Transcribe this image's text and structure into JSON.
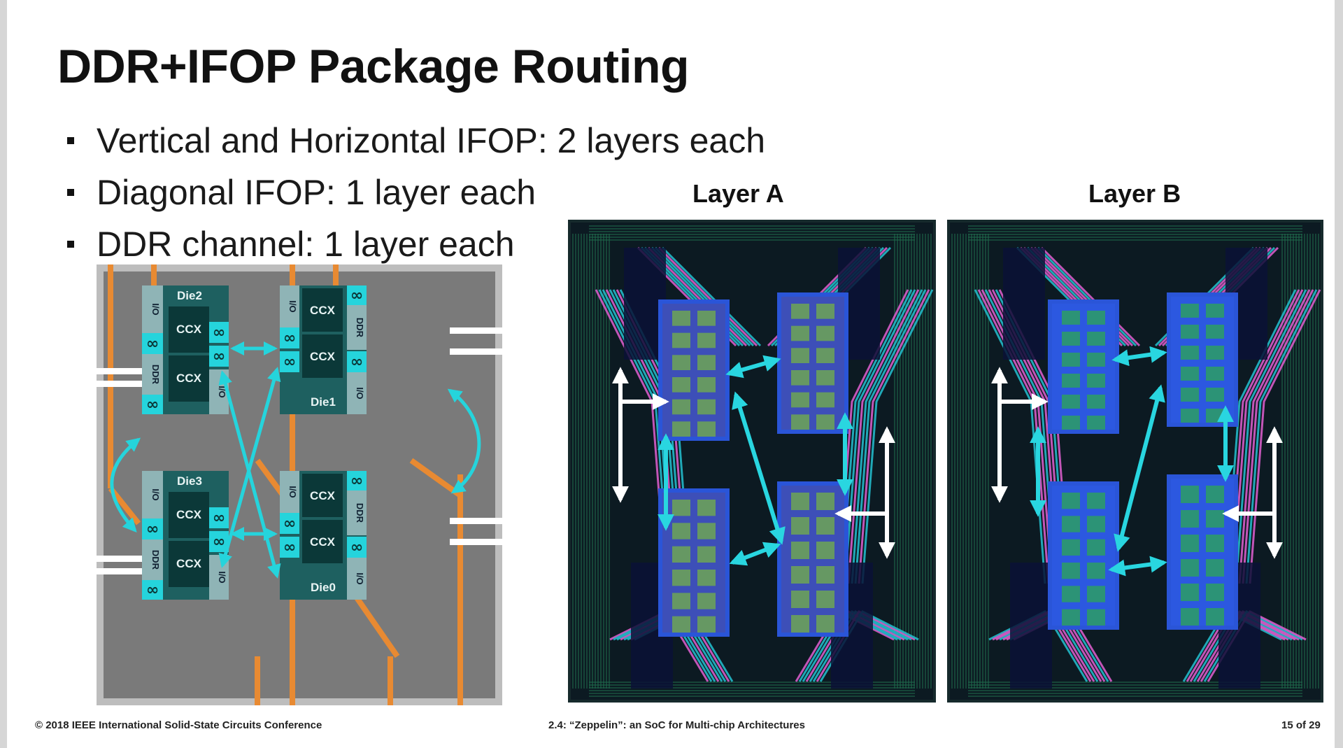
{
  "slide": {
    "title": "DDR+IFOP Package Routing",
    "bullets": [
      "Vertical and Horizontal IFOP: 2 layers each",
      "Diagonal IFOP: 1 layer each",
      "DDR channel: 1 layer each"
    ],
    "layer_labels": [
      "Layer A",
      "Layer B"
    ],
    "footer": {
      "left": "© 2018 IEEE International Solid-State Circuits Conference",
      "center": "2.4: “Zeppelin”: an SoC for Multi-chip Architectures",
      "right": "15 of 29"
    }
  },
  "diagram": {
    "dies": [
      {
        "name": "Die2",
        "ccx": [
          "CCX",
          "CCX"
        ],
        "io_label": "I/O",
        "ddr_label": "DDR",
        "link_symbol": "∞"
      },
      {
        "name": "Die1",
        "ccx": [
          "CCX",
          "CCX"
        ],
        "io_label": "I/O",
        "ddr_label": "DDR",
        "link_symbol": "∞"
      },
      {
        "name": "Die3",
        "ccx": [
          "CCX",
          "CCX"
        ],
        "io_label": "I/O",
        "ddr_label": "DDR",
        "link_symbol": "∞"
      },
      {
        "name": "Die0",
        "ccx": [
          "CCX",
          "CCX"
        ],
        "io_label": "I/O",
        "ddr_label": "DDR",
        "link_symbol": "∞"
      }
    ]
  },
  "colors": {
    "die_dark": "#0b3838",
    "die_body": "#1e6060",
    "io_block": "#8fb4b6",
    "link_cyan": "#25d4dc",
    "package_gray": "#7a7a7a",
    "orange_route": "#e88a32",
    "pcb_dark": "#0c1a22",
    "pink_route": "#d65cc8",
    "blue_die": "#2a55d8"
  }
}
